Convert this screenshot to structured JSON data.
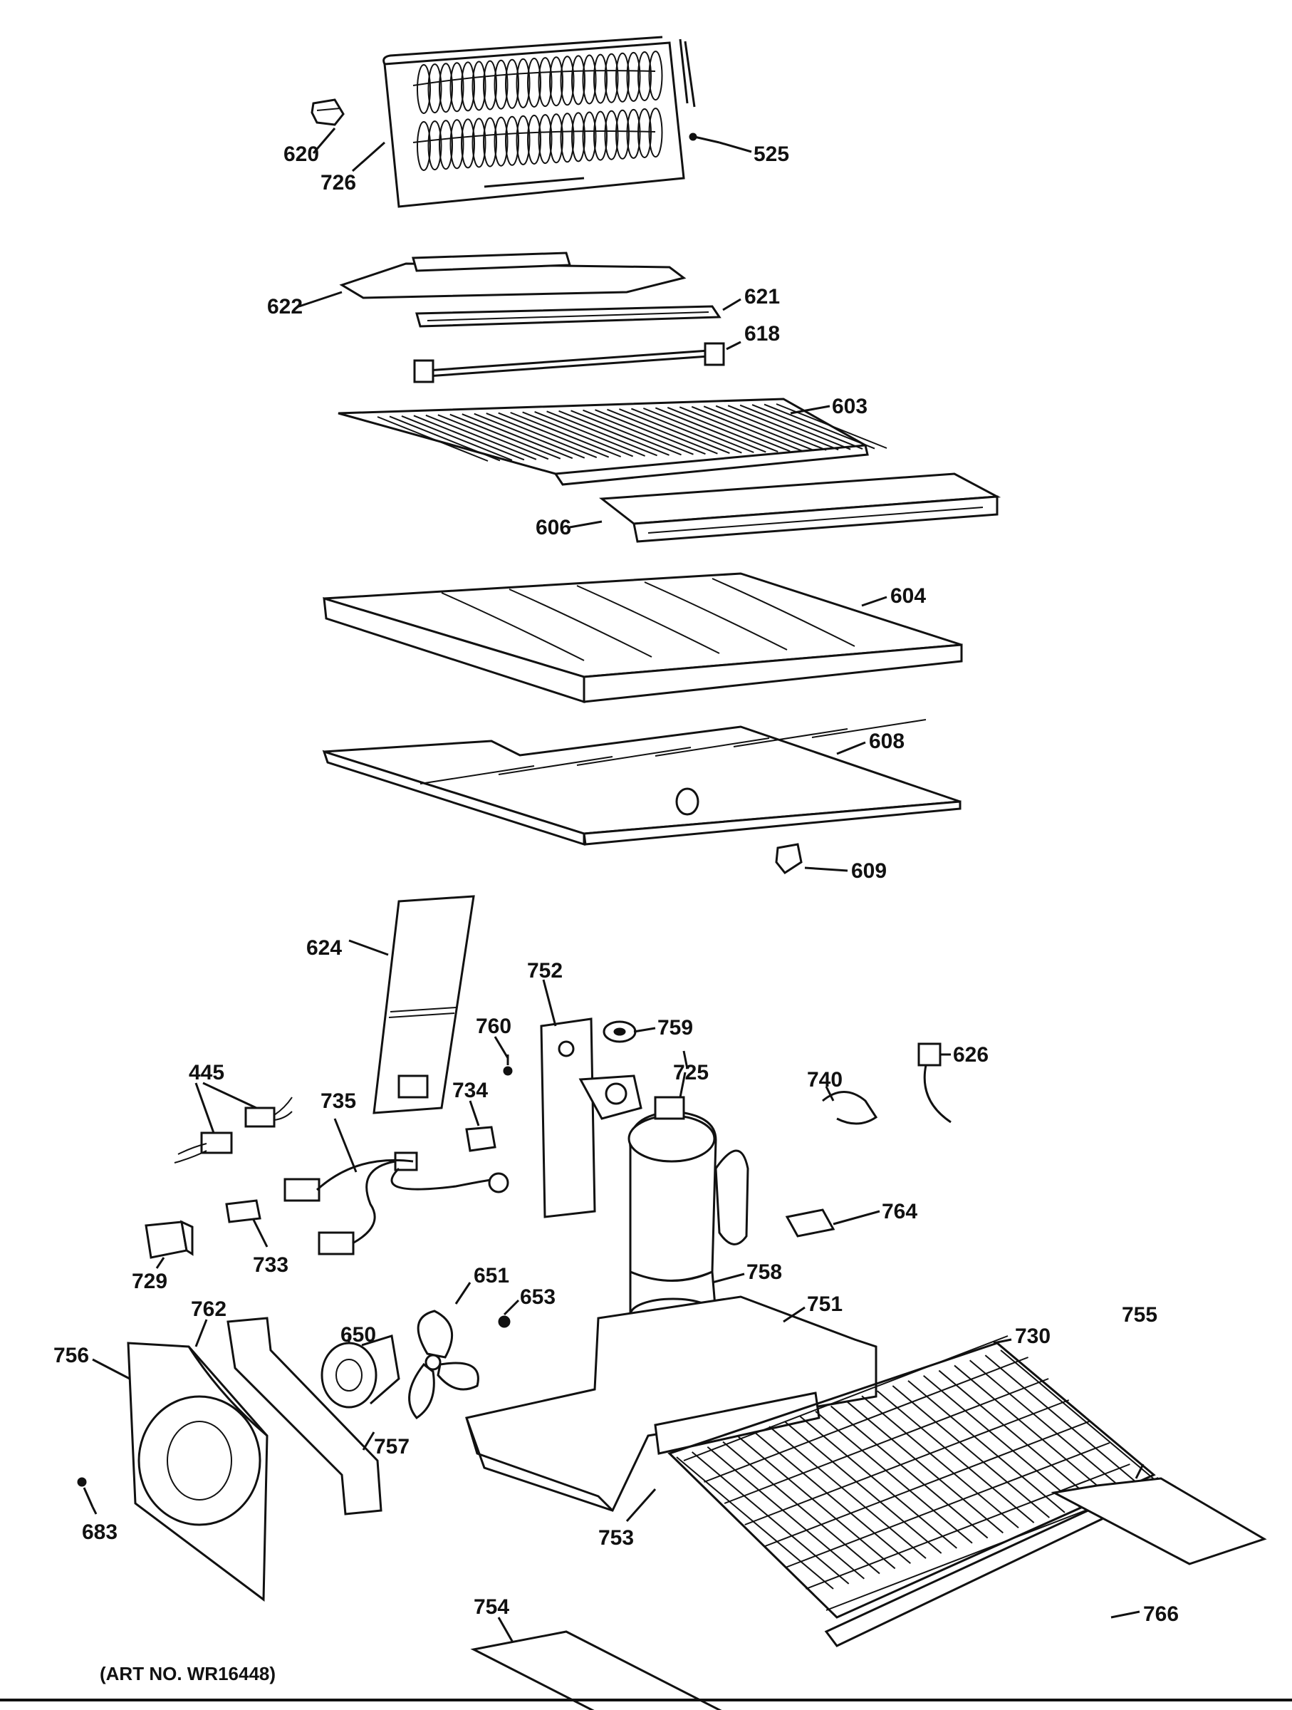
{
  "labels": {
    "p620": "620",
    "p726": "726",
    "p525": "525",
    "p622": "622",
    "p621": "621",
    "p618": "618",
    "p603": "603",
    "p606": "606",
    "p604": "604",
    "p608": "608",
    "p609": "609",
    "p624": "624",
    "p752": "752",
    "p760": "760",
    "p759": "759",
    "p725": "725",
    "p740": "740",
    "p626": "626",
    "p445": "445",
    "p735": "735",
    "p734": "734",
    "p733": "733",
    "p729": "729",
    "p764": "764",
    "p651": "651",
    "p653": "653",
    "p758": "758",
    "p751": "751",
    "p650": "650",
    "p762": "762",
    "p756": "756",
    "p757": "757",
    "p730": "730",
    "p755": "755",
    "p683": "683",
    "p753": "753",
    "p754": "754",
    "p766": "766"
  },
  "art_note": "(ART NO. WR16448)"
}
